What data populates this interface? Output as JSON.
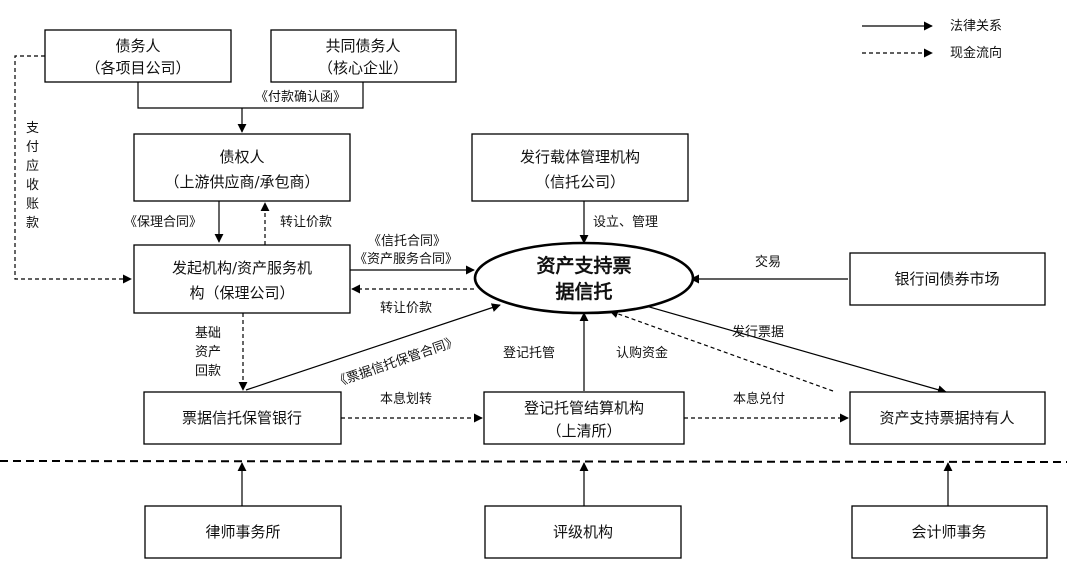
{
  "legend": {
    "items": [
      {
        "style": "solid",
        "label": "法律关系"
      },
      {
        "style": "dashed",
        "label": "现金流向"
      }
    ]
  },
  "nodes": {
    "debtor": {
      "line1": "债务人",
      "line2": "（各项目公司）"
    },
    "co_debtor": {
      "line1": "共同债务人",
      "line2": "（核心企业）"
    },
    "creditor": {
      "line1": "债权人",
      "line2": "（上游供应商/承包商）"
    },
    "issuer_manager": {
      "line1": "发行载体管理机构",
      "line2": "（信托公司）"
    },
    "originator": {
      "line1": "发起机构/资产服务机",
      "line2": "构（保理公司）"
    },
    "trust": {
      "line1": "资产支持票",
      "line2": "据信托"
    },
    "interbank_market": {
      "line1": "银行间债券市场"
    },
    "custodian_bank": {
      "line1": "票据信托保管银行"
    },
    "clearing_house": {
      "line1": "登记托管结算机构",
      "line2": "（上清所）"
    },
    "holders": {
      "line1": "资产支持票据持有人"
    },
    "law_firm": {
      "line1": "律师事务所"
    },
    "rating_agency": {
      "line1": "评级机构"
    },
    "accounting_firm": {
      "line1": "会计师事务"
    }
  },
  "edges": {
    "payment_confirmation": "《付款确认函》",
    "pay_receivables": [
      "支",
      "付",
      "应",
      "收",
      "账",
      "款"
    ],
    "factoring_contract": "《保理合同》",
    "transfer_price_1": "转让价款",
    "trust_contract": "《信托合同》",
    "asset_service_contract": "《资产服务合同》",
    "transfer_price_2": "转让价款",
    "establish_manage": "设立、管理",
    "trade": "交易",
    "underlying_repayment": [
      "基础",
      "资产",
      "回款"
    ],
    "custody_contract": "《票据信托保管合同》",
    "registration_custody": "登记托管",
    "subscription_funds": "认购资金",
    "issue_notes": "发行票据",
    "principal_interest_transfer": "本息划转",
    "principal_interest_payment": "本息兑付"
  }
}
